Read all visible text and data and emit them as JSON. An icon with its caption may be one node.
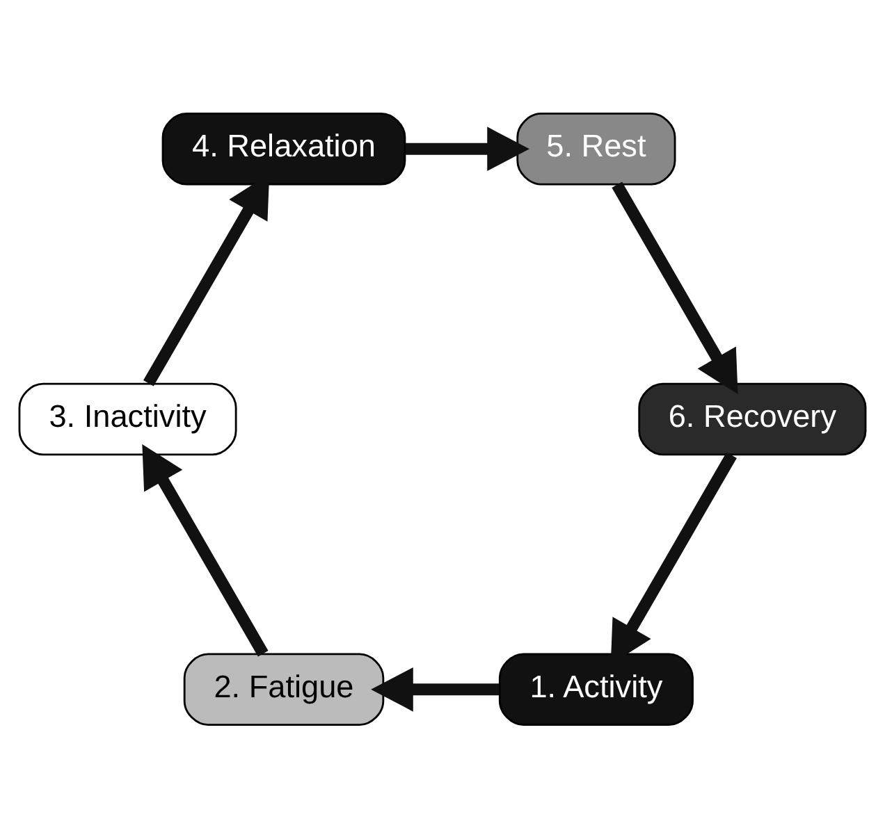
{
  "diagram": {
    "nodes": [
      {
        "text": [
          "1. Activity"
        ]
      },
      {
        "text": [
          "2. Fatigue"
        ]
      },
      {
        "text": [
          "3. Inactivity"
        ]
      },
      {
        "text": [
          "4. Relaxation"
        ]
      },
      {
        "text": [
          "5. Rest"
        ]
      },
      {
        "text": [
          "6. Recovery"
        ]
      }
    ],
    "edges": [
      {
        "from": 0,
        "to": 1,
        "arrow": "to"
      },
      {
        "from": 1,
        "to": 2,
        "arrow": "to"
      },
      {
        "from": 2,
        "to": 3,
        "arrow": "to"
      },
      {
        "from": 3,
        "to": 4,
        "arrow": "to"
      },
      {
        "from": 4,
        "to": 5,
        "arrow": "to"
      },
      {
        "from": 5,
        "to": 0,
        "arrow": "to"
      }
    ]
  }
}
